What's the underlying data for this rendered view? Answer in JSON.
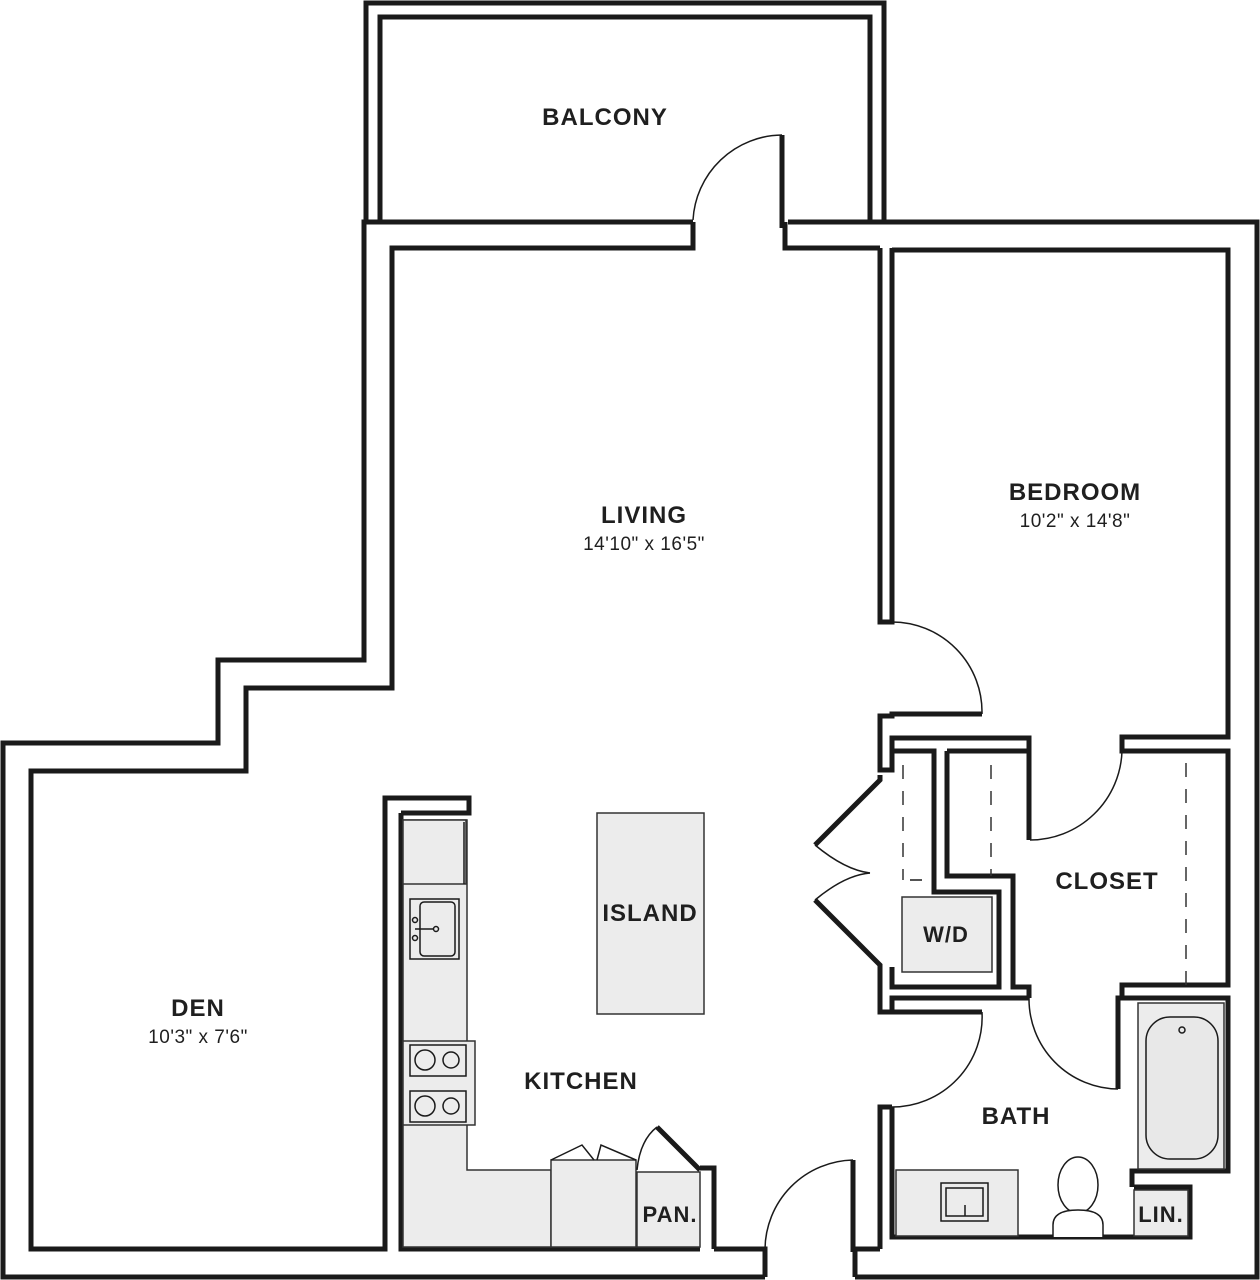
{
  "floor_plan": {
    "rooms": {
      "balcony": {
        "name": "BALCONY"
      },
      "living": {
        "name": "LIVING",
        "dimensions": "14'10\" x 16'5\""
      },
      "bedroom": {
        "name": "BEDROOM",
        "dimensions": "10'2\" x 14'8\""
      },
      "den": {
        "name": "DEN",
        "dimensions": "10'3\" x 7'6\""
      },
      "kitchen": {
        "name": "KITCHEN"
      },
      "island": {
        "name": "ISLAND"
      },
      "closet": {
        "name": "CLOSET"
      },
      "washer_dryer": {
        "name": "W/D"
      },
      "bath": {
        "name": "BATH"
      },
      "pantry": {
        "name": "PAN."
      },
      "linen": {
        "name": "LIN."
      }
    },
    "colors": {
      "wall": "#1a1a1a",
      "fixture_fill": "#ececec",
      "background": "#ffffff"
    }
  }
}
